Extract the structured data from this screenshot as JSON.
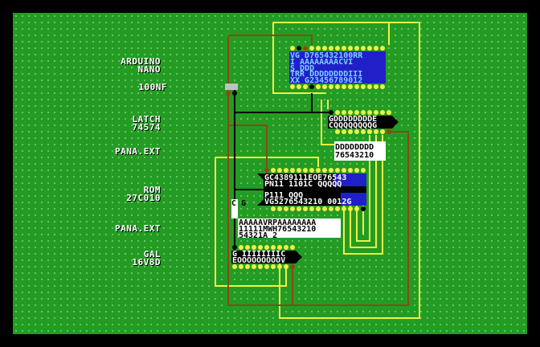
{
  "labels": {
    "arduino_line1": "ARDUINO",
    "arduino_line2": "NANO",
    "cap": "100NF",
    "latch_line1": "LATCH",
    "latch_line2": "74574",
    "pana_ext_1": "PANA.EXT",
    "rom_line1": "ROM",
    "rom_line2": "27C010",
    "pana_ext_2": "PANA.EXT",
    "gal_line1": "GAL",
    "gal_line2": "16V8D"
  },
  "chips": {
    "arduino_pins_top": "VG D765432100RR",
    "arduino_row2": "I AAAAAAAACVI",
    "arduino_row3": "S DDD",
    "arduino_row4": "TRR DDDDDDDDIII",
    "arduino_row5": "XX G23456789012",
    "latch_top": "GDDDDDDDDE",
    "latch_bottom": "CQQQQQQQQG",
    "pana1_row1": "DDDDDDDD",
    "pana1_row2": "76543210",
    "rom_top": "GC4389111EOE76543",
    "rom_row2": "PN11 1101C QQQQQ",
    "rom_row3": "P111 QQQ",
    "rom_row4": "VG5276543210 0012G",
    "cap_marks": "C G",
    "pana2_row1": "AAAAAVRPAAAAAAAA",
    "pana2_row2": "11111MWH76543210",
    "pana2_row3": "54321A 2",
    "gal_top": "G IIIIIIIIC",
    "gal_bottom": "EOOOOOOOOOV"
  },
  "colors": {
    "board": "#249c24",
    "trace_yellow": "#f0f048",
    "trace_brown": "#8a4a10",
    "trace_black": "#000000",
    "arduino_blue": "#2020c8"
  }
}
